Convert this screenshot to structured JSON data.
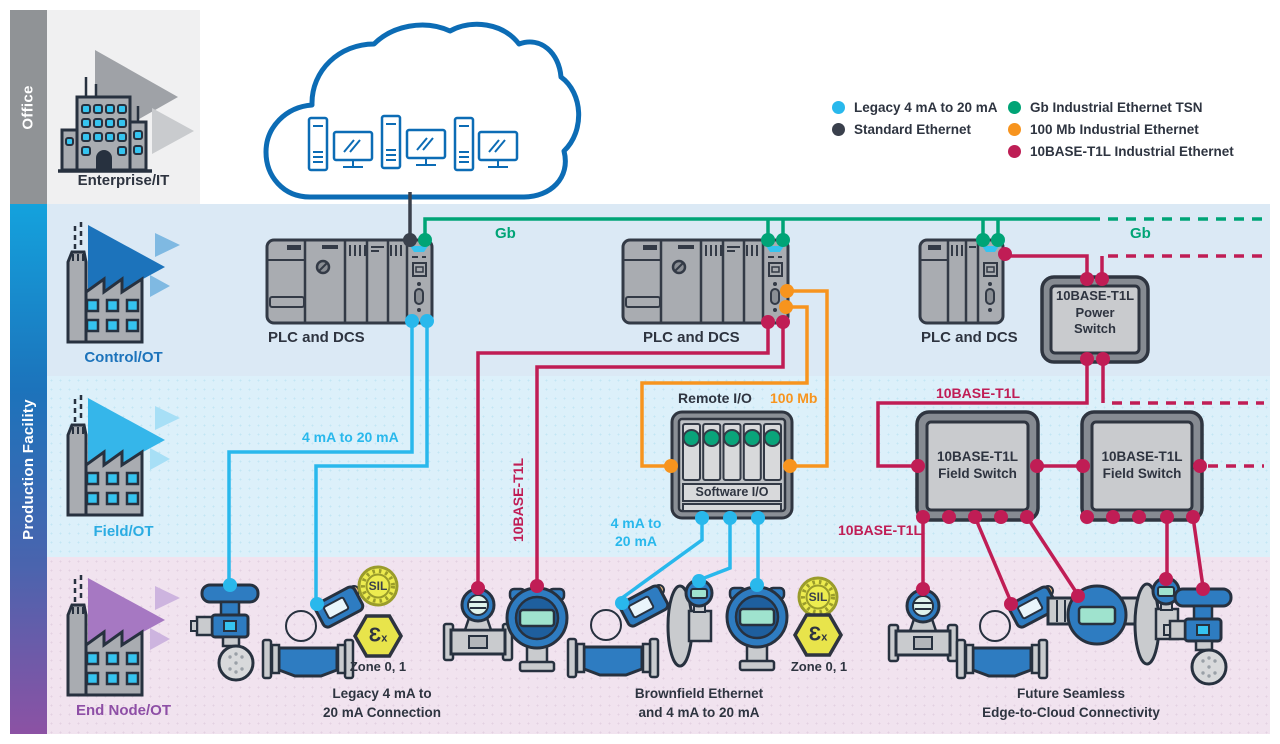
{
  "legend": {
    "items": [
      {
        "label": "Legacy 4 mA to 20 mA",
        "color": "#29B8EC"
      },
      {
        "label": "Standard Ethernet",
        "color": "#3A404C"
      },
      {
        "label": "Gb Industrial Ethernet TSN",
        "color": "#00A476"
      },
      {
        "label": "100 Mb Industrial Ethernet",
        "color": "#F7941E"
      },
      {
        "label": "10BASE-T1L Industrial Ethernet",
        "color": "#BE1E55"
      }
    ]
  },
  "sidebar": {
    "office_strip": "Office",
    "production_strip": "Production Facility",
    "levels": [
      {
        "label": "Enterprise/IT",
        "color": "#2E3440"
      },
      {
        "label": "Control/OT",
        "color": "#1C73BB"
      },
      {
        "label": "Field/OT",
        "color": "#2BACE2"
      },
      {
        "label": "End Node/OT",
        "color": "#8E4FA6"
      }
    ]
  },
  "nodes": {
    "plc1": "PLC and DCS",
    "plc2": "PLC and DCS",
    "plc3": "PLC and DCS",
    "remote_io": "Remote I/O",
    "software_io": "Software I/O",
    "power_switch": {
      "l1": "10BASE-T1L",
      "l2": "Power",
      "l3": "Switch"
    },
    "field_switch1": {
      "l1": "10BASE-T1L",
      "l2": "Field Switch"
    },
    "field_switch2": {
      "l1": "10BASE-T1L",
      "l2": "Field Switch"
    }
  },
  "wires": {
    "gb_label_left": "Gb",
    "gb_label_right": "Gb",
    "legacy_label_left": "4 mA to 20 mA",
    "legacy_label_mid_l1": "4 mA to",
    "legacy_label_mid_l2": "20 mA",
    "mb100_label": "100 Mb",
    "t1l_label_vertical": "10BASE-T1L",
    "t1l_label_top": "10BASE-T1L",
    "t1l_label_bottom": "10BASE-T1L"
  },
  "badges": {
    "sil1": "SIL",
    "sil2": "SIL",
    "ex_main": "Ɛ",
    "ex_sub": "x",
    "zone1": "Zone 0, 1",
    "zone2": "Zone 0, 1"
  },
  "captions": {
    "group1_l1": "Legacy 4 mA to",
    "group1_l2": "20 mA Connection",
    "group2_l1": "Brownfield Ethernet",
    "group2_l2": "and 4 mA to 20 mA",
    "group3_l1": "Future Seamless",
    "group3_l2": "Edge-to-Cloud Connectivity"
  },
  "colors": {
    "cyan": "#29B8EC",
    "green": "#00A476",
    "orange": "#F7941E",
    "crimson": "#C01D55",
    "dark": "#3A404C",
    "device_blue": "#2E7CC1",
    "cloud_blue": "#0C6CB5"
  }
}
